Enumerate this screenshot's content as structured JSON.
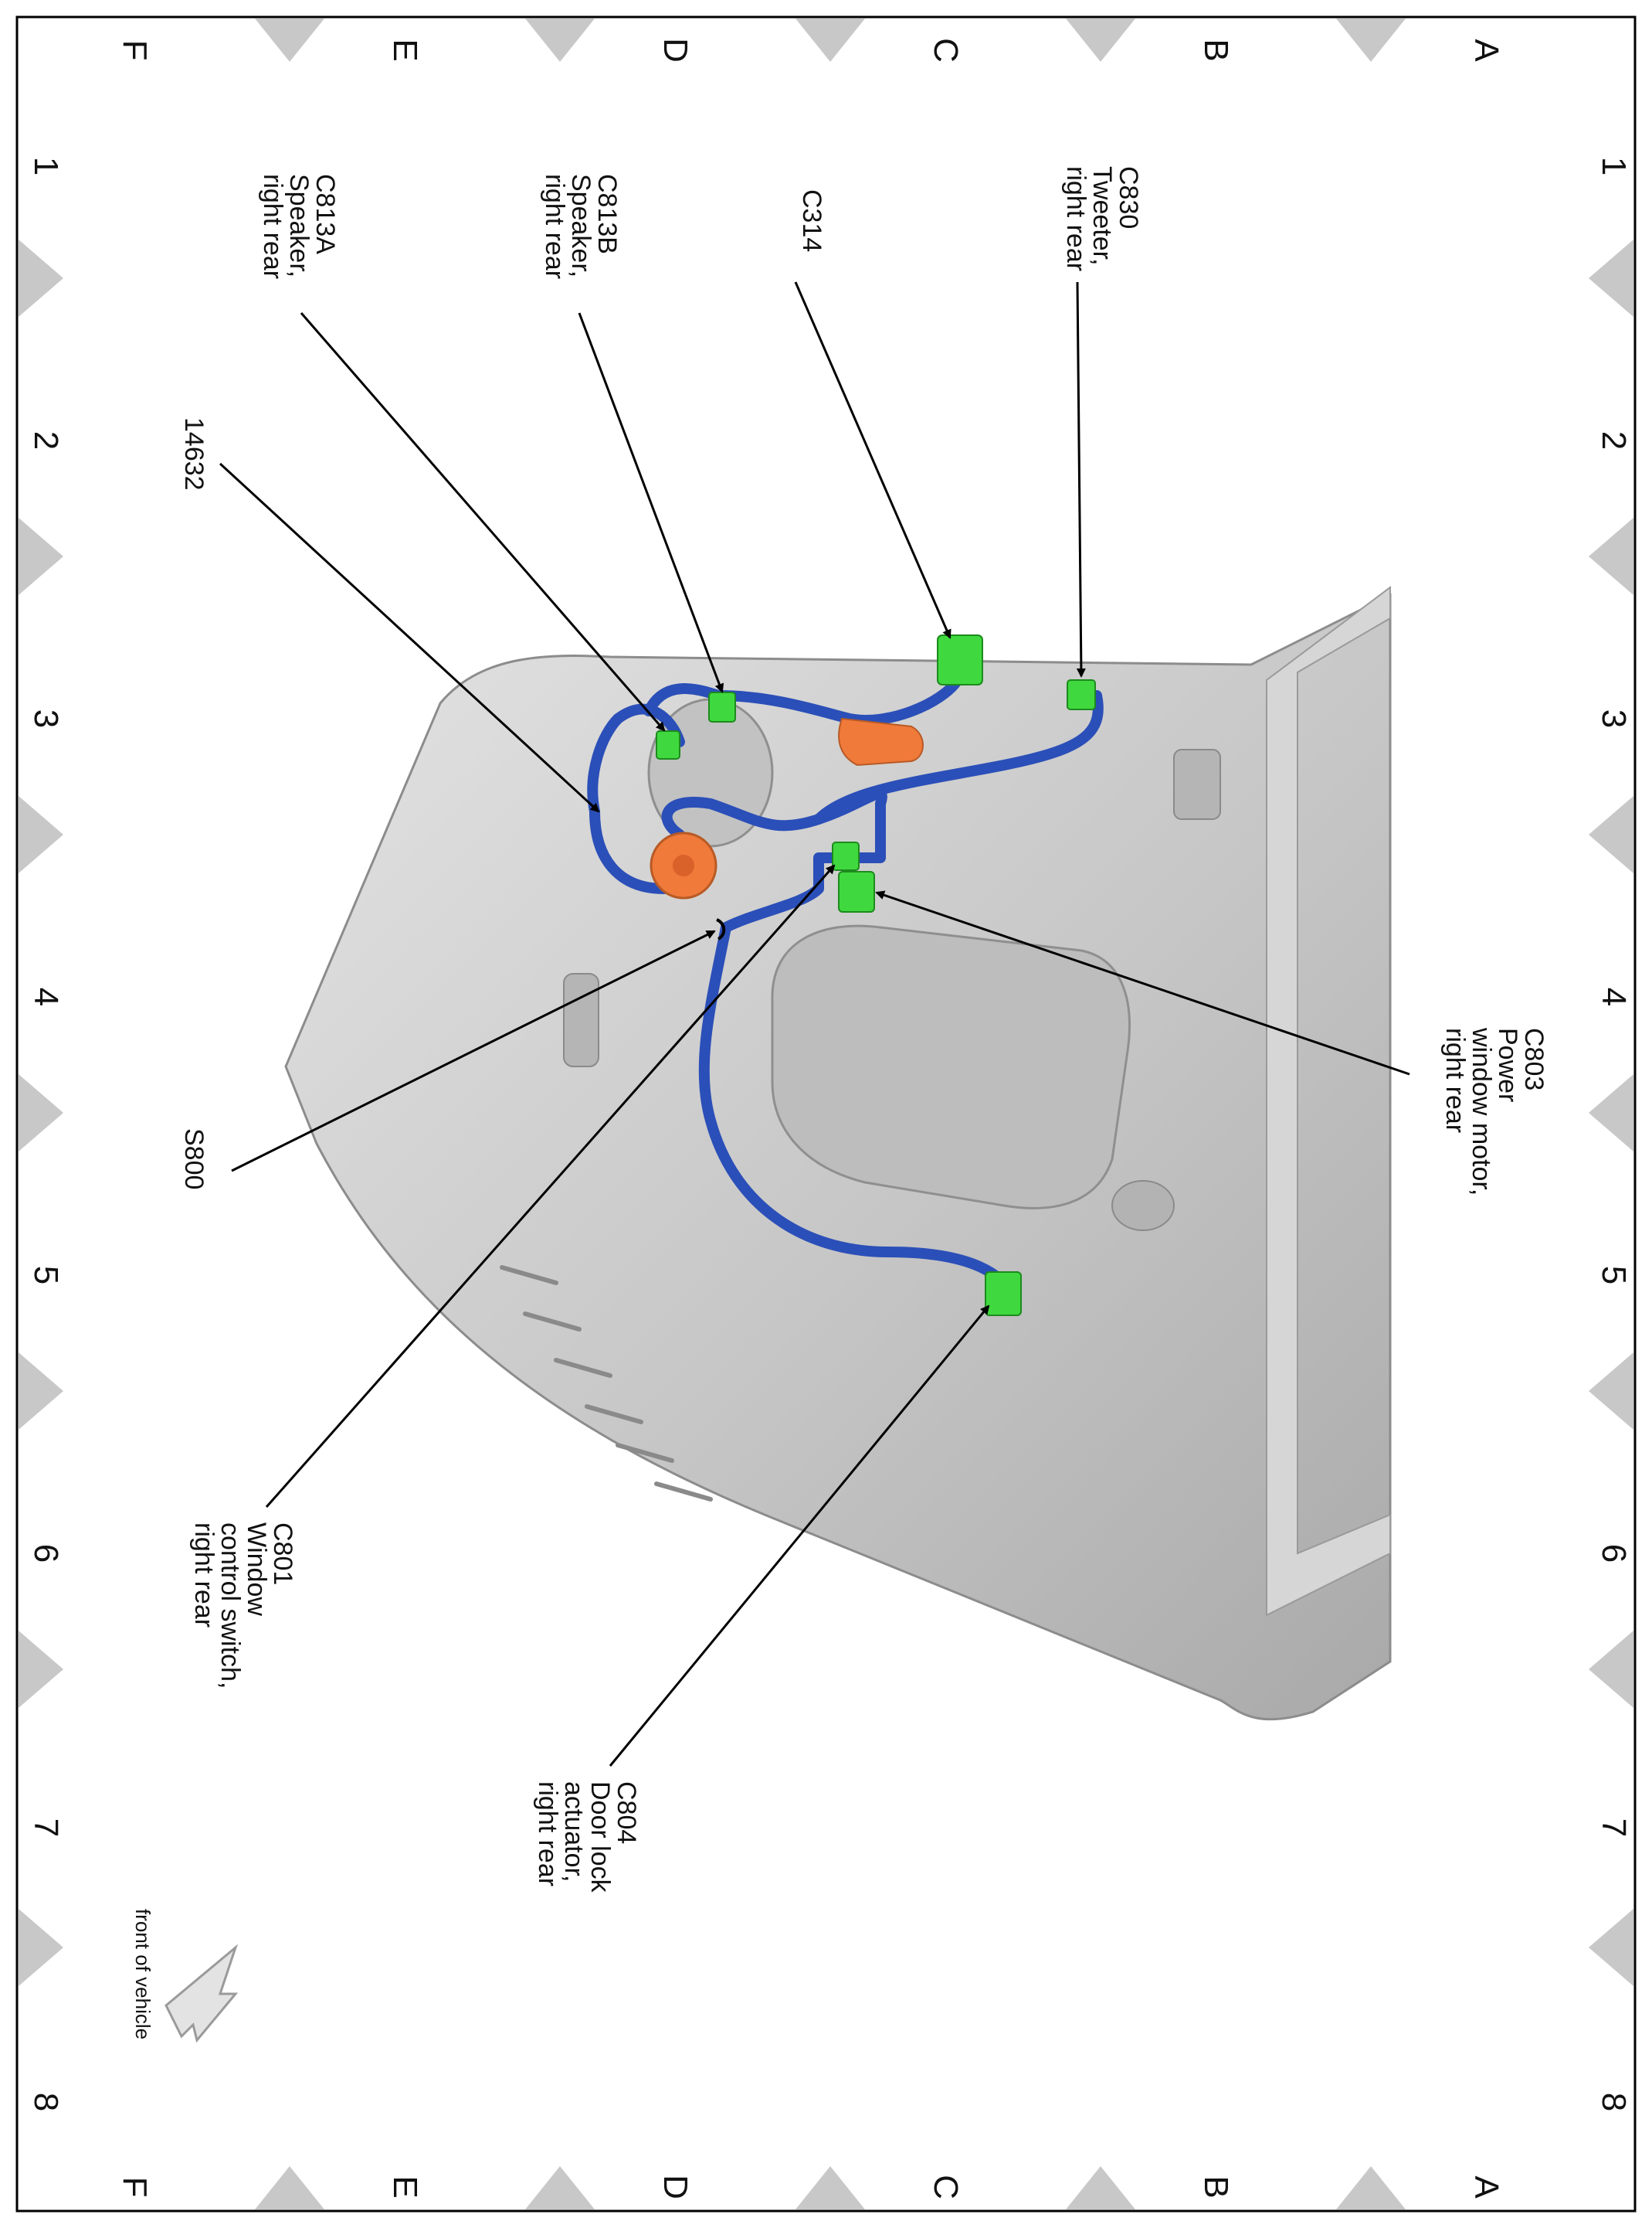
{
  "grid": {
    "row_letters": [
      "A",
      "B",
      "C",
      "D",
      "E",
      "F"
    ],
    "column_numbers": [
      "1",
      "2",
      "3",
      "4",
      "5",
      "6",
      "7",
      "8"
    ]
  },
  "callouts": {
    "c830": [
      "C830",
      "Tweeter,",
      "right rear"
    ],
    "c314": [
      "C314"
    ],
    "c813b": [
      "C813B",
      "Speaker,",
      "right rear"
    ],
    "c813a": [
      "C813A",
      "Speaker,",
      "right rear"
    ],
    "harness_14632": [
      "14632"
    ],
    "s800": [
      "S800"
    ],
    "c803": [
      "C803",
      "Power",
      "window motor,",
      "right rear"
    ],
    "c801": [
      "C801",
      "Window",
      "control switch,",
      "right rear"
    ],
    "c804": [
      "C804",
      "Door lock",
      "actuator,",
      "right rear"
    ]
  },
  "orientation_note": "front of vehicle",
  "colors": {
    "frame": "#000000",
    "grid_marker": "#c8c8c8",
    "panel": "#c9c9c9",
    "panel_dark": "#9a9a9a",
    "harness": "#2b4fb8",
    "connector": "#3fd93f",
    "grommet": "#f07a3a"
  }
}
